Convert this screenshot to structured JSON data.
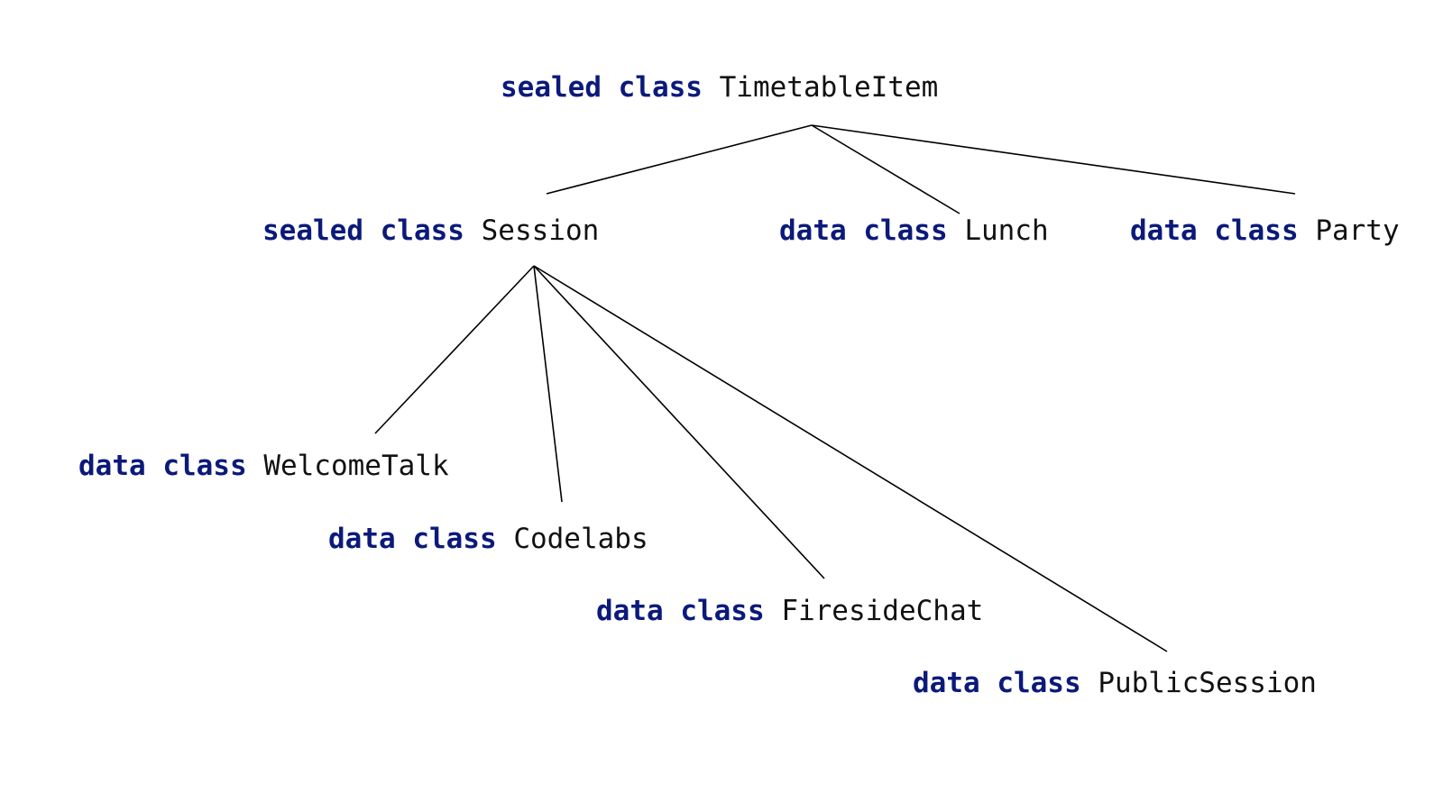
{
  "colors": {
    "keyword": "#0b1a7a",
    "name": "#111111",
    "line": "#000000",
    "background": "#ffffff"
  },
  "nodes": {
    "timetable_item": {
      "keyword": "sealed class",
      "name": "TimetableItem"
    },
    "session": {
      "keyword": "sealed class",
      "name": "Session"
    },
    "lunch": {
      "keyword": "data class",
      "name": "Lunch"
    },
    "party": {
      "keyword": "data class",
      "name": "Party"
    },
    "welcome_talk": {
      "keyword": "data class",
      "name": "WelcomeTalk"
    },
    "codelabs": {
      "keyword": "data class",
      "name": "Codelabs"
    },
    "fireside_chat": {
      "keyword": "data class",
      "name": "FiresideChat"
    },
    "public_session": {
      "keyword": "data class",
      "name": "PublicSession"
    }
  },
  "edges": [
    {
      "from": "timetable_item",
      "to": "session"
    },
    {
      "from": "timetable_item",
      "to": "lunch"
    },
    {
      "from": "timetable_item",
      "to": "party"
    },
    {
      "from": "session",
      "to": "welcome_talk"
    },
    {
      "from": "session",
      "to": "codelabs"
    },
    {
      "from": "session",
      "to": "fireside_chat"
    },
    {
      "from": "session",
      "to": "public_session"
    }
  ]
}
